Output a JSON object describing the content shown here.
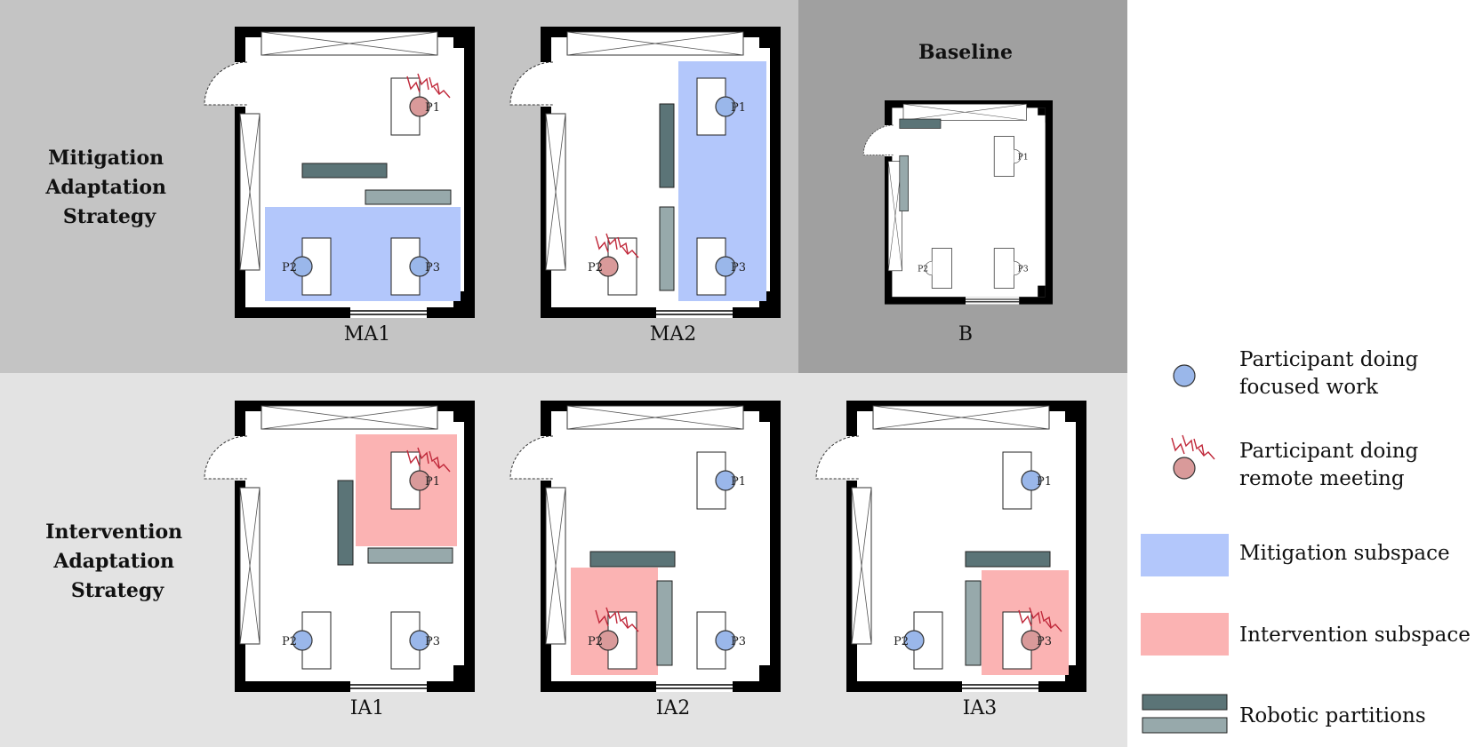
{
  "figure": {
    "mitigation_strategy": [
      "Mitigation",
      "Adaptation",
      "Strategy"
    ],
    "intervention_strategy": [
      "Intervention",
      "Adaptation",
      "Strategy"
    ],
    "baseline_title": "Baseline"
  },
  "layouts": [
    {
      "id": "MA1",
      "label": "MA1",
      "subspace": "mitigation",
      "participants": [
        {
          "label": "P1",
          "state": "meeting"
        },
        {
          "label": "P2",
          "state": "focused"
        },
        {
          "label": "P3",
          "state": "focused"
        }
      ]
    },
    {
      "id": "MA2",
      "label": "MA2",
      "subspace": "mitigation",
      "participants": [
        {
          "label": "P1",
          "state": "focused"
        },
        {
          "label": "P2",
          "state": "meeting"
        },
        {
          "label": "P3",
          "state": "focused"
        }
      ]
    },
    {
      "id": "B",
      "label": "B",
      "subspace": "none",
      "participants": [
        {
          "label": "P1",
          "state": "empty"
        },
        {
          "label": "P2",
          "state": "empty"
        },
        {
          "label": "P3",
          "state": "empty"
        }
      ]
    },
    {
      "id": "IA1",
      "label": "IA1",
      "subspace": "intervention",
      "participants": [
        {
          "label": "P1",
          "state": "meeting"
        },
        {
          "label": "P2",
          "state": "focused"
        },
        {
          "label": "P3",
          "state": "focused"
        }
      ]
    },
    {
      "id": "IA2",
      "label": "IA2",
      "subspace": "intervention",
      "participants": [
        {
          "label": "P1",
          "state": "focused"
        },
        {
          "label": "P2",
          "state": "meeting"
        },
        {
          "label": "P3",
          "state": "focused"
        }
      ]
    },
    {
      "id": "IA3",
      "label": "IA3",
      "subspace": "intervention",
      "participants": [
        {
          "label": "P1",
          "state": "focused"
        },
        {
          "label": "P2",
          "state": "focused"
        },
        {
          "label": "P3",
          "state": "meeting"
        }
      ]
    }
  ],
  "legend": {
    "focused": [
      "Participant doing",
      "focused work"
    ],
    "meeting": [
      "Participant doing",
      "remote meeting"
    ],
    "mitigation": "Mitigation subspace",
    "intervention": "Intervention subspace",
    "partitions": "Robotic partitions"
  },
  "colors": {
    "bg_top": "#c4c4c4",
    "bg_baseline": "#a0a0a0",
    "bg_bottom": "#e3e3e3",
    "mitigation": "#b3c7fb",
    "intervention": "#fbb3b3",
    "partition_dark": "#5b7477",
    "partition_light": "#97a9ab",
    "focused": "#9ab7ea",
    "meeting": "#d99a9a",
    "zigzag": "#c0283a"
  }
}
